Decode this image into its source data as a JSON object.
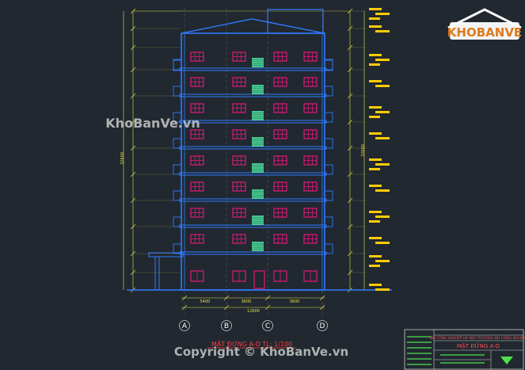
{
  "drawing": {
    "title": "MẶT ĐỨNG A-D TL: 1/100",
    "axes": [
      "A",
      "B",
      "C",
      "D"
    ],
    "bottom_dims": [
      "5400",
      "3600",
      "3600"
    ],
    "bottom_total": "12600",
    "left_total": "32600",
    "right_total": "32600"
  },
  "watermark": {
    "brand": "KHOBANVE",
    "text_mid": "KhoBanVe.vn",
    "copyright": "Copyright © KhoBanVe.vn"
  },
  "title_block": {
    "header": "BỘ CÔNG NGHIỆP HÀ NỘI TRƯỜNG ĐH CÔNG NGHIỆP",
    "sheet_name": "MẶT ĐỨNG A-D"
  },
  "colors": {
    "background": "#212830",
    "structure": "#2f7bff",
    "window": "#e0177a",
    "stair": "#4fe0a0",
    "dim": "#e8e04a",
    "tag": "#ffcc00"
  }
}
